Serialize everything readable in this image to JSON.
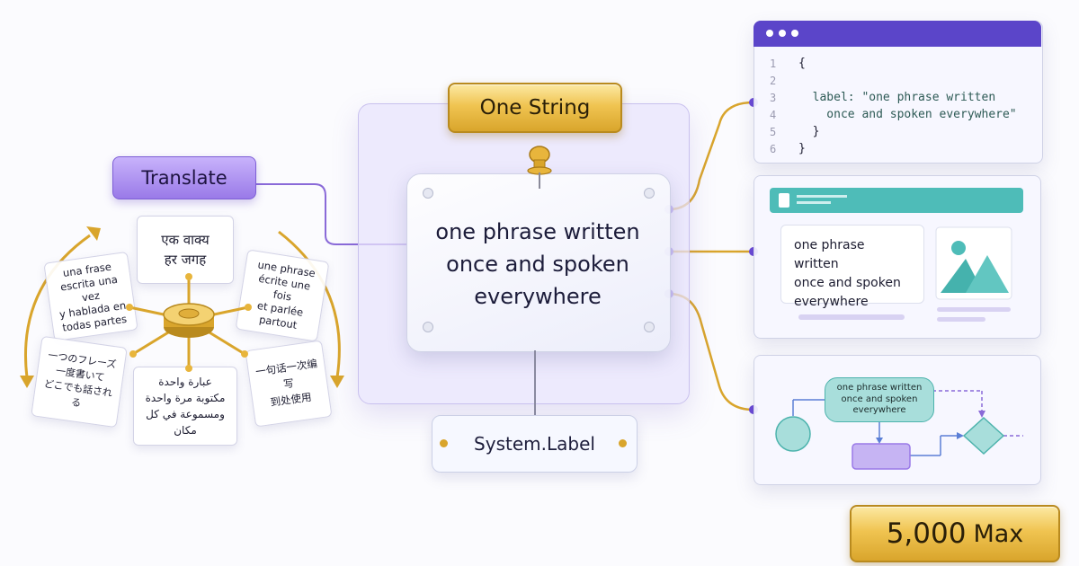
{
  "colors": {
    "gold": "#f0c451",
    "purple": "#9a7ae8",
    "teal": "#4db3ad",
    "navy": "#5b45c9"
  },
  "center": {
    "title": "One String",
    "phrase_lines": [
      "one phrase written",
      "once and spoken",
      "everywhere"
    ],
    "system_label": "System.Label",
    "pin_icon": "thumbtack-icon"
  },
  "translate": {
    "label": "Translate",
    "hub_icon": "gold-hub-icon",
    "cards": {
      "hindi": [
        "एक वाक्य",
        "हर जगह"
      ],
      "spanish": [
        "una frase",
        "escrita una vez",
        "y hablada en",
        "todas partes"
      ],
      "french": [
        "une phrase",
        "écrite une fois",
        "et parlée",
        "partout"
      ],
      "japanese": [
        "一つのフレーズ",
        "一度書いて",
        "どこでも話される"
      ],
      "arabic": [
        "عبارة واحدة",
        "مكتوبة مرة واحدة",
        "ومسموعة في كل مكان"
      ],
      "chinese": [
        "一句话一次编写",
        "到处使用"
      ]
    }
  },
  "code": {
    "line_numbers": [
      "1",
      "2",
      "3",
      "4",
      "5",
      "6"
    ],
    "lines": [
      "{",
      "",
      "  label: \"one phrase written",
      "    once and spoken everywhere\"",
      "  }",
      "}"
    ]
  },
  "ui_card": {
    "lines": [
      "one phrase written",
      "once and spoken",
      "everywhere"
    ],
    "image_icon": "image-placeholder-icon"
  },
  "flow": {
    "lines": [
      "one phrase written",
      "once and spoken",
      "everywhere"
    ]
  },
  "max": {
    "number": "5,000",
    "unit": "Max"
  }
}
